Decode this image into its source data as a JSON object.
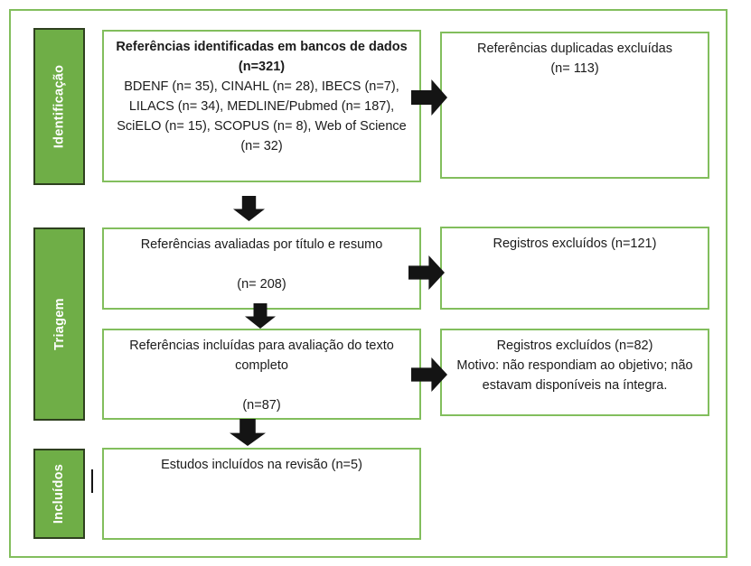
{
  "diagram": {
    "type": "prisma-flow",
    "stages": [
      {
        "label": "Identificação"
      },
      {
        "label": "Triagem"
      },
      {
        "label": "Incluídos"
      }
    ],
    "boxes": {
      "identified": {
        "title": "Referências identificadas em bancos de dados (n=321)",
        "body": "BDENF (n= 35), CINAHL (n= 28), IBECS (n=7), LILACS (n= 34), MEDLINE/Pubmed (n= 187), SciELO (n= 15), SCOPUS (n= 8), Web of Science (n= 32)"
      },
      "duplicates_excluded": {
        "line1": "Referências duplicadas excluídas",
        "line2": "(n= 113)"
      },
      "title_abstract_screening": {
        "line1": "Referências avaliadas por título e resumo",
        "line2": "(n= 208)"
      },
      "records_excluded_screening": {
        "line1": "Registros excluídos (n=121)"
      },
      "full_text_assessment": {
        "line1": "Referências incluídas para avaliação do texto completo",
        "line2": "(n=87)"
      },
      "records_excluded_fulltext": {
        "line1": "Registros excluídos (n=82)",
        "line2": "Motivo: não respondiam ao objetivo; não estavam disponíveis na íntegra."
      },
      "included_studies": {
        "line1": "Estudos incluídos na revisão (n=5)"
      }
    },
    "colors": {
      "box_border": "#82be5d",
      "outer_border": "#82be5d",
      "stage_fill": "#6fae47",
      "stage_border": "#2e401f",
      "stage_text": "#ffffff",
      "arrow": "#141414",
      "text": "#1b1b1b"
    }
  }
}
